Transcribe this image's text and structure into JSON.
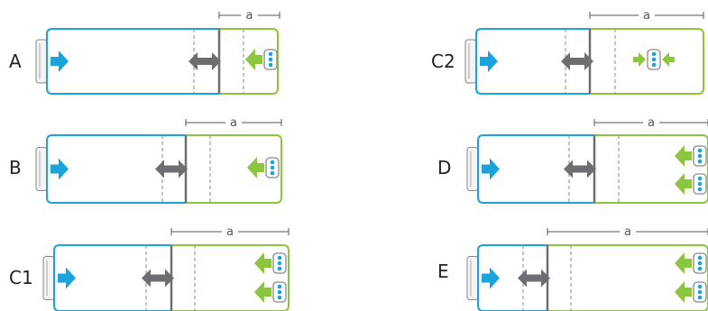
{
  "colors": {
    "blue": "#1aa3dc",
    "green": "#8cc63f",
    "gray": "#6d6e71",
    "dashed": "#888888",
    "dimension": "#555555",
    "label": "#222222"
  },
  "dimension_label": "a",
  "configurations": [
    {
      "label": "A",
      "fans": 1,
      "fan_dir": "in"
    },
    {
      "label": "B",
      "fans": 1,
      "fan_dir": "in"
    },
    {
      "label": "C1",
      "fans": 2,
      "fan_dir": "in"
    },
    {
      "label": "C2",
      "fans": 1,
      "fan_dir": "both"
    },
    {
      "label": "D",
      "fans": 2,
      "fan_dir": "in"
    },
    {
      "label": "E",
      "fans": 2,
      "fan_dir": "in"
    }
  ]
}
